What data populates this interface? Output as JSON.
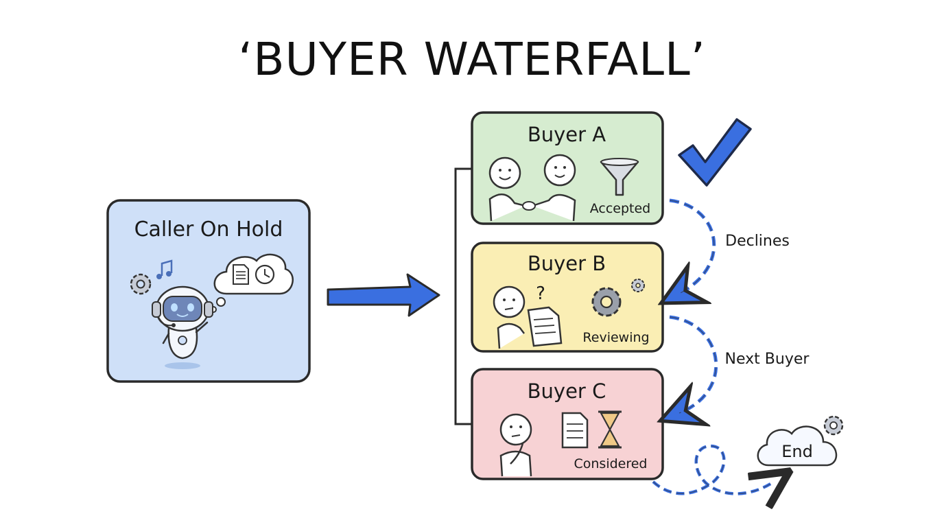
{
  "title": "‘BUYER WATERFALL’",
  "caller": {
    "label": "Caller On Hold"
  },
  "buyers": [
    {
      "name": "Buyer A",
      "status": "Accepted",
      "fill": "#d6ecd0"
    },
    {
      "name": "Buyer B",
      "status": "Reviewing",
      "fill": "#faeeb4"
    },
    {
      "name": "Buyer C",
      "status": "Considered",
      "fill": "#f7d2d4"
    }
  ],
  "flow_labels": {
    "declines": "Declines",
    "next_buyer": "Next Buyer"
  },
  "end_label": "End",
  "colors": {
    "caller_fill": "#cfe0f8",
    "accent_blue": "#3a6fe0",
    "outline": "#2a2a2a"
  },
  "icons": {
    "caller": [
      "gear-icon",
      "music-note-icon",
      "robot-icon",
      "document-icon",
      "clock-icon",
      "thought-bubble-icon"
    ],
    "buyer_a": [
      "handshake-icon",
      "funnel-icon",
      "checkmark-icon"
    ],
    "buyer_b": [
      "question-icon",
      "document-icon",
      "gear-icon"
    ],
    "buyer_c": [
      "thinking-person-icon",
      "document-icon",
      "hourglass-icon"
    ],
    "end": [
      "cloud-icon",
      "gear-icon"
    ]
  }
}
